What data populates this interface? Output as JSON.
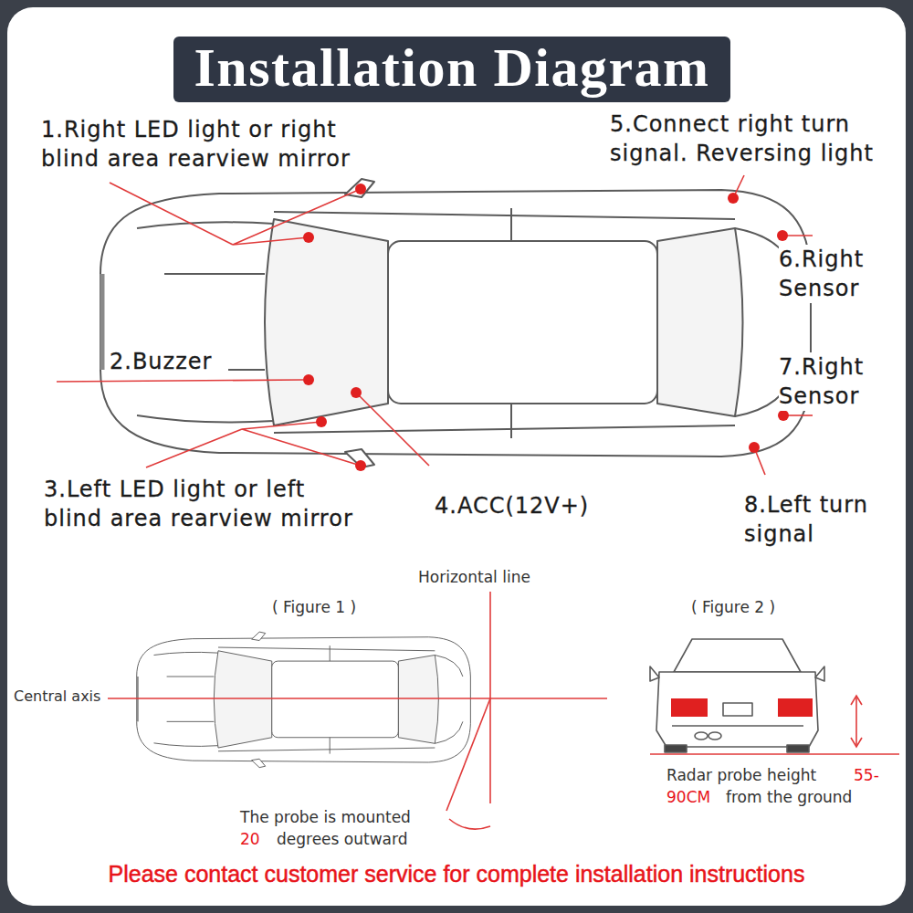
{
  "diagram": {
    "title": "Installation Diagram",
    "caption": "Please contact customer service for complete installation instructions",
    "labels": [
      "1.Right LED light or right blind area rearview mirror",
      "5.Connect right turn signal. Reversing light",
      "6.Right Sensor",
      "2.Buzzer",
      "7.Right Sensor",
      "3.Left LED light or left blind area rearview mirror",
      "4.ACC(12V+)",
      "8.Left turn signal",
      "Horizontal line",
      "( Figure 1 )",
      "( Figure 2 )",
      "Central axis",
      "The probe is mounted",
      "20",
      "degrees outward",
      "Radar probe height",
      "55-",
      "90CM",
      "from the ground"
    ]
  }
}
